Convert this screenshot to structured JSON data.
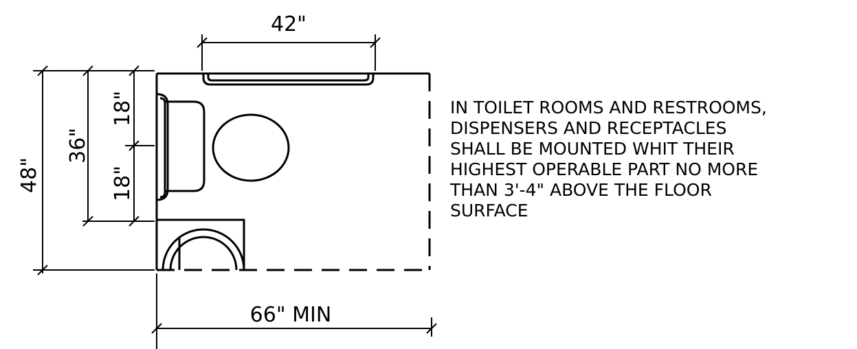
{
  "dimensions": {
    "grab_bar_length": "42\"",
    "overall_depth": "48\"",
    "dispenser_zone": "36\"",
    "upper_offset": "18\"",
    "lower_offset": "18\"",
    "room_width": "66\" MIN"
  },
  "note": {
    "lines": [
      "IN TOILET ROOMS AND RESTROOMS,",
      "DISPENSERS AND RECEPTACLES",
      "SHALL BE MOUNTED WHIT THEIR",
      "HIGHEST OPERABLE PART NO MORE",
      "THAN 3'-4\" ABOVE THE FLOOR",
      "SURFACE"
    ]
  },
  "colors": {
    "line": "#000000",
    "background": "#ffffff"
  }
}
